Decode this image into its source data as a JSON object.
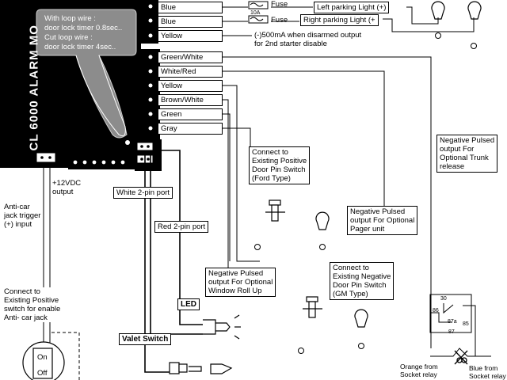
{
  "module": {
    "title": "CL 6000  ALARM MO",
    "bubble": "With loop wire :\ndoor lock timer 0.8sec..\nCut loop wire :\ndoor lock timer 4sec.."
  },
  "top_wires": [
    {
      "label": "Blue"
    },
    {
      "label": "Blue"
    },
    {
      "label": "Yellow"
    }
  ],
  "fuses": [
    {
      "rating": "",
      "label": "Fuse"
    },
    {
      "rating": "10A",
      "label": "Fuse"
    }
  ],
  "parking": {
    "left": "Left parking Light (+)",
    "right": "Right parking Light (+"
  },
  "yellow_output": "(-)500mA when disarmed output\nfor 2nd starter disable",
  "main_wires": [
    {
      "label": "Green/White"
    },
    {
      "label": "White/Red"
    },
    {
      "label": "Yellow"
    },
    {
      "label": "Brown/White"
    },
    {
      "label": "Green"
    },
    {
      "label": "Gray"
    }
  ],
  "ports": {
    "twelve_v": "+12VDC\noutput",
    "white_2pin": "White 2-pin port",
    "red_2pin": "Red 2-pin port"
  },
  "notes": {
    "anti_car": "Anti-car\njack trigger\n(+) input",
    "positive_switch": "Connect to\nExisting Positive\nswitch for enable\nAnti- car jack",
    "ford": "Connect to\nExisting Positive\nDoor Pin Switch\n(Ford Type)",
    "gm": "Connect to\nExisting Negative\nDoor Pin Switch\n(GM Type)",
    "pager": "Negative Pulsed\noutput For Optional\nPager unit",
    "window": "Negative Pulsed\noutput For Optional\nWindow Roll Up",
    "trunk": "Negative Pulsed\noutput For\nOptional Trunk\nrelease"
  },
  "devices": {
    "led": "LED",
    "valet": "Valet Switch",
    "on": "On",
    "off": "Off"
  },
  "relay": {
    "pins": [
      "30",
      "86",
      "87a",
      "85",
      "87"
    ],
    "orange": "Orange from\nSocket relay",
    "blue": "Blue from\nSocket relay"
  }
}
